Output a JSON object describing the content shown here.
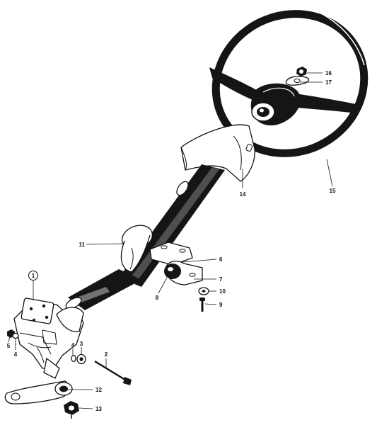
{
  "labels": {
    "n1": "1",
    "n2": "2",
    "n3": "3",
    "n4a": "4",
    "n4b": "4",
    "n5": "5",
    "n6": "6",
    "n7": "7",
    "n8": "8",
    "n9": "9",
    "n10": "10",
    "n11": "11",
    "n12": "12",
    "n13": "13",
    "n14": "14",
    "n15": "15",
    "n16": "16",
    "n17": "17"
  },
  "colors": {
    "ink": "#151515",
    "paper": "#ffffff"
  }
}
